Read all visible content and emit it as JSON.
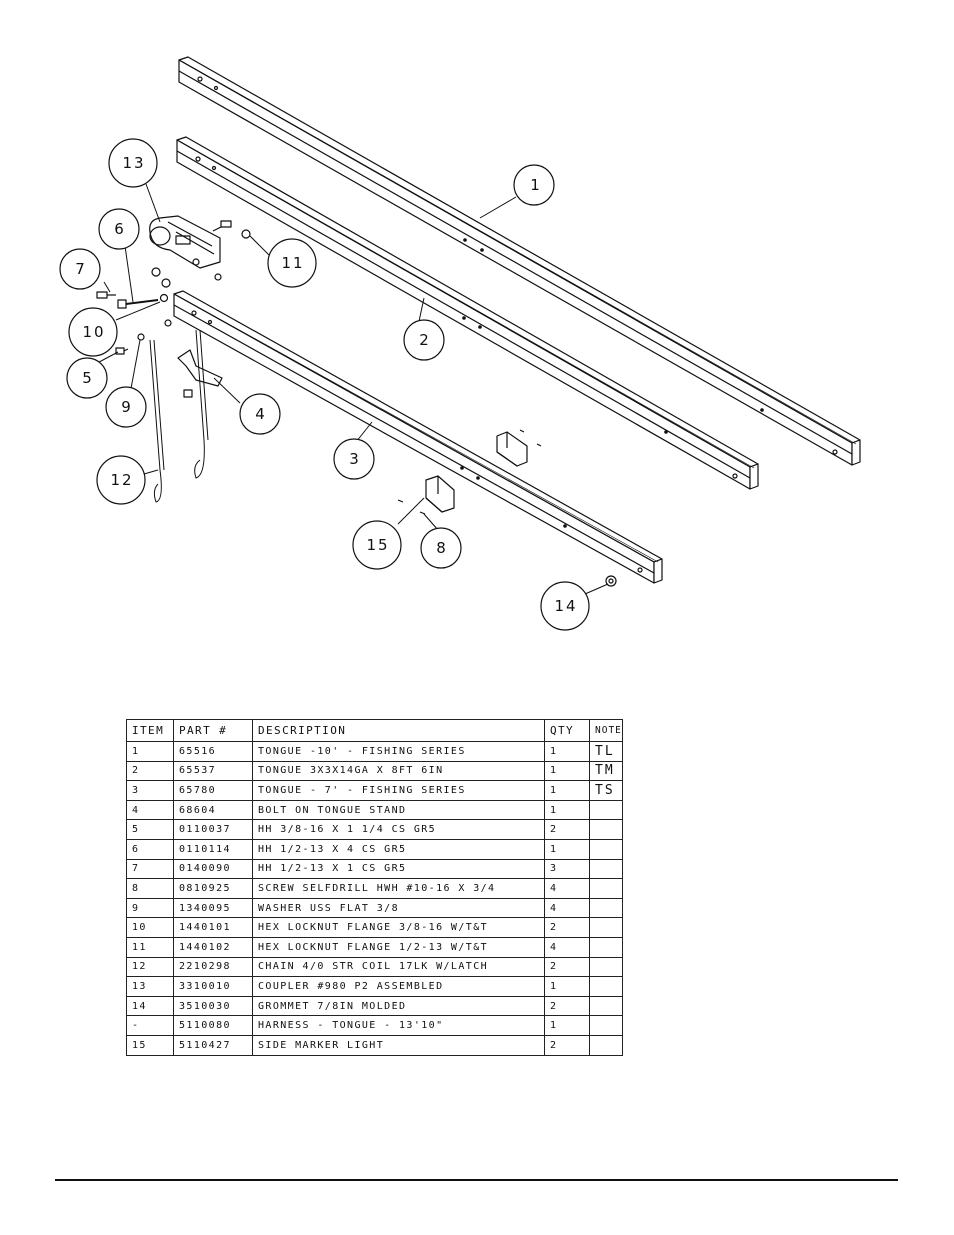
{
  "diagram": {
    "callouts": [
      "1",
      "2",
      "3",
      "4",
      "5",
      "6",
      "7",
      "8",
      "9",
      "10",
      "11",
      "12",
      "13",
      "14",
      "15"
    ]
  },
  "table": {
    "headers": [
      "ITEM",
      "PART #",
      "DESCRIPTION",
      "QTY",
      "NOTE"
    ],
    "rows": [
      {
        "item": "1",
        "part": "65516",
        "desc": "TONGUE -10' - FISHING SERIES",
        "qty": "1",
        "note": "TL"
      },
      {
        "item": "2",
        "part": "65537",
        "desc": "TONGUE 3X3X14GA X 8FT 6IN",
        "qty": "1",
        "note": "TM"
      },
      {
        "item": "3",
        "part": "65780",
        "desc": "TONGUE - 7' - FISHING SERIES",
        "qty": "1",
        "note": "TS"
      },
      {
        "item": "4",
        "part": "68604",
        "desc": "BOLT ON TONGUE STAND",
        "qty": "1",
        "note": ""
      },
      {
        "item": "5",
        "part": "0110037",
        "desc": "HH 3/8-16 X 1 1/4 CS GR5",
        "qty": "2",
        "note": ""
      },
      {
        "item": "6",
        "part": "0110114",
        "desc": "HH 1/2-13 X 4 CS GR5",
        "qty": "1",
        "note": ""
      },
      {
        "item": "7",
        "part": "0140090",
        "desc": "HH 1/2-13 X 1 CS GR5",
        "qty": "3",
        "note": ""
      },
      {
        "item": "8",
        "part": "0810925",
        "desc": "SCREW SELFDRILL HWH #10-16 X 3/4",
        "qty": "4",
        "note": ""
      },
      {
        "item": "9",
        "part": "1340095",
        "desc": "WASHER USS FLAT 3/8",
        "qty": "4",
        "note": ""
      },
      {
        "item": "10",
        "part": "1440101",
        "desc": "HEX LOCKNUT FLANGE 3/8-16 W/T&T",
        "qty": "2",
        "note": ""
      },
      {
        "item": "11",
        "part": "1440102",
        "desc": "HEX LOCKNUT FLANGE 1/2-13 W/T&T",
        "qty": "4",
        "note": ""
      },
      {
        "item": "12",
        "part": "2210298",
        "desc": "CHAIN 4/0 STR COIL 17LK W/LATCH",
        "qty": "2",
        "note": ""
      },
      {
        "item": "13",
        "part": "3310010",
        "desc": "COUPLER #980 P2 ASSEMBLED",
        "qty": "1",
        "note": ""
      },
      {
        "item": "14",
        "part": "3510030",
        "desc": "GROMMET 7/8IN MOLDED",
        "qty": "2",
        "note": ""
      },
      {
        "item": "-",
        "part": "5110080",
        "desc": "HARNESS - TONGUE - 13'10\"",
        "qty": "1",
        "note": ""
      },
      {
        "item": "15",
        "part": "5110427",
        "desc": "SIDE MARKER LIGHT",
        "qty": "2",
        "note": ""
      }
    ]
  }
}
